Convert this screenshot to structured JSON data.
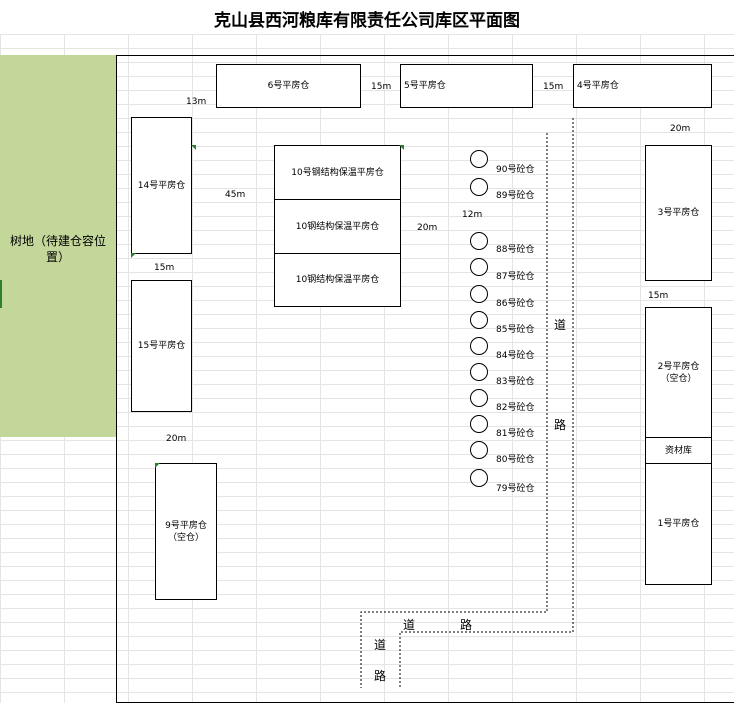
{
  "title": "克山县西河粮库有限责任公司库区平面图",
  "colors": {
    "green_area": "#c4d79b",
    "grid_line": "#e4e4e4",
    "marker_green": "#2e7d32"
  },
  "green_area": {
    "label": "树地（待建仓容位置）"
  },
  "warehouses": {
    "w6": "6号平房仓",
    "w5": "5号平房仓",
    "w4": "4号平房仓",
    "w14": "14号平房仓",
    "w10a": "10号钢结构保温平房仓",
    "w10b": "10钢结构保温平房仓",
    "w10c": "10钢结构保温平房仓",
    "w3": "3号平房仓",
    "w15": "15号平房仓",
    "w2_line1": "2号平房仓",
    "w2_line2": "（空仓）",
    "material": "资材库",
    "w9_line1": "9号平房仓",
    "w9_line2": "（空仓）",
    "w1": "1号平房仓"
  },
  "distances": {
    "d13m": "13m",
    "d15m_a": "15m",
    "d15m_b": "15m",
    "d20m_right": "20m",
    "d45m": "45m",
    "d20m_mid": "20m",
    "d12m": "12m",
    "d15m_left": "15m",
    "d15m_right": "15m",
    "d20m_left": "20m"
  },
  "silos": [
    "90号砼仓",
    "89号砼仓",
    "88号砼仓",
    "87号砼仓",
    "86号砼仓",
    "85号砼仓",
    "84号砼仓",
    "83号砼仓",
    "82号砼仓",
    "81号砼仓",
    "80号砼仓",
    "79号砼仓"
  ],
  "road": {
    "v1": "道",
    "v2": "路",
    "h1": "道",
    "h2": "路",
    "b1": "道",
    "b2": "路"
  }
}
